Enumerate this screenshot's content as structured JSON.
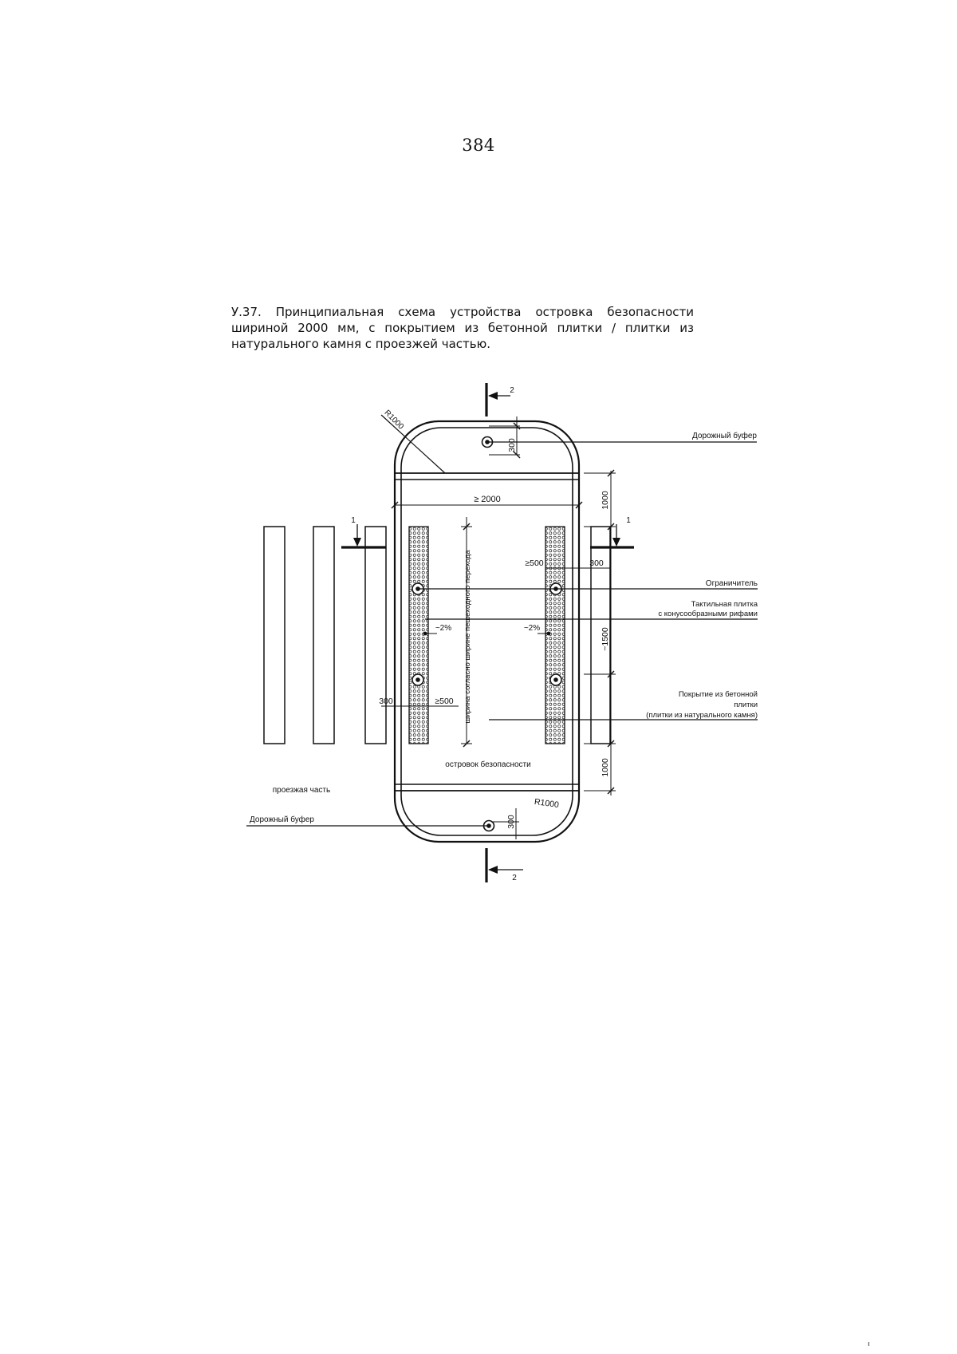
{
  "page": {
    "number": "384",
    "corner_mark": "ı"
  },
  "caption": "У.37. Принципиальная схема устройства островка безопасности шириной 2000 мм, с покрытием из бетонной плитки / плитки из натурального камня с проезжей частью.",
  "diagram": {
    "labels": {
      "buffer_top": "Дорожный буфер",
      "buffer_bottom": "Дорожный буфер",
      "limiter": "Ограничитель",
      "tactile_line1": "Тактильная плитка",
      "tactile_line2": "с конусообразными рифами",
      "covering_line1": "Покрытие из бетонной",
      "covering_line2": "плитки",
      "covering_line3": "(плитки из натурального камня)",
      "island": "островок безопасности",
      "roadway": "проезжая часть",
      "crossing_width": "ширина согласно ширине пешеходного перехода"
    },
    "dimensions": {
      "r_top": "R1000",
      "r_bottom": "R1000",
      "top_300": "300",
      "bottom_300": "300",
      "width_2000": "≥ 2000",
      "right_1000_top": "1000",
      "right_1000_bottom": "1000",
      "right_1500": "~1500",
      "ge500_right": "≥500",
      "ge500_left": "≥500",
      "d300_right": "300",
      "d300_left": "300",
      "slope_left": "~2%",
      "slope_right": "~2%"
    },
    "sections": {
      "sec1_left": "1",
      "sec1_right": "1",
      "sec2_top": "2",
      "sec2_bottom": "2"
    }
  }
}
